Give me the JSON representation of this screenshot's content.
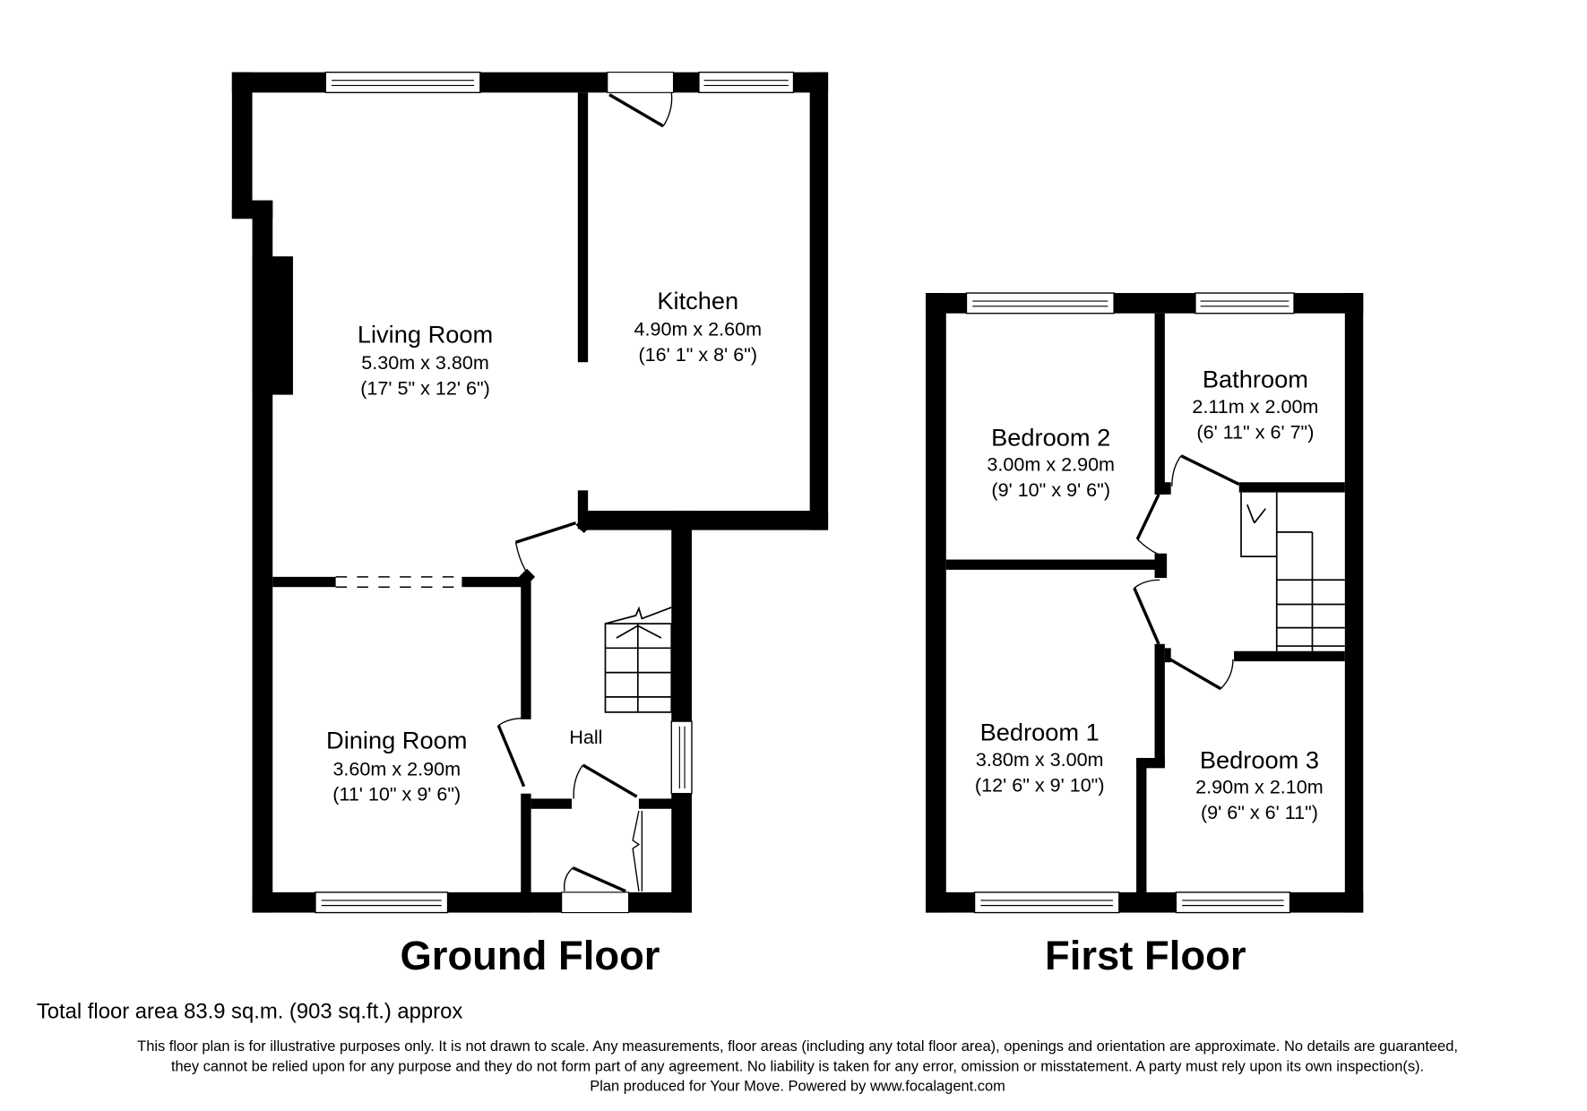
{
  "floors": [
    {
      "title": "Ground Floor",
      "rooms": [
        {
          "name": "Living Room",
          "metric": "5.30m x 3.80m",
          "imperial": "(17' 5\" x 12' 6\")"
        },
        {
          "name": "Kitchen",
          "metric": "4.90m x 2.60m",
          "imperial": "(16' 1\" x 8' 6\")"
        },
        {
          "name": "Dining Room",
          "metric": "3.60m x 2.90m",
          "imperial": "(11' 10\" x 9' 6\")"
        },
        {
          "name": "Hall"
        }
      ]
    },
    {
      "title": "First Floor",
      "rooms": [
        {
          "name": "Bedroom 2",
          "metric": "3.00m x 2.90m",
          "imperial": "(9' 10\" x 9' 6\")"
        },
        {
          "name": "Bathroom",
          "metric": "2.11m x 2.00m",
          "imperial": "(6' 11\" x 6' 7\")"
        },
        {
          "name": "Bedroom 1",
          "metric": "3.80m x 3.00m",
          "imperial": "(12' 6\" x 9' 10\")"
        },
        {
          "name": "Bedroom 3",
          "metric": "2.90m x 2.10m",
          "imperial": "(9' 6\" x 6' 11\")"
        }
      ]
    }
  ],
  "total_area": "Total floor area 83.9 sq.m. (903 sq.ft.) approx",
  "disclaimer": {
    "line1": "This floor plan is for illustrative purposes only. It is not drawn to scale. Any measurements, floor areas (including any total floor area), openings and orientation are approximate. No details are guaranteed,",
    "line2": "they cannot be relied upon for any purpose and they do not form part of any agreement. No liability is taken for any error, omission or misstatement. A party must rely upon its own inspection(s).",
    "line3": "Plan produced for Your Move. Powered by www.focalagent.com"
  },
  "colors": {
    "wall": "#000000",
    "background": "#ffffff"
  }
}
